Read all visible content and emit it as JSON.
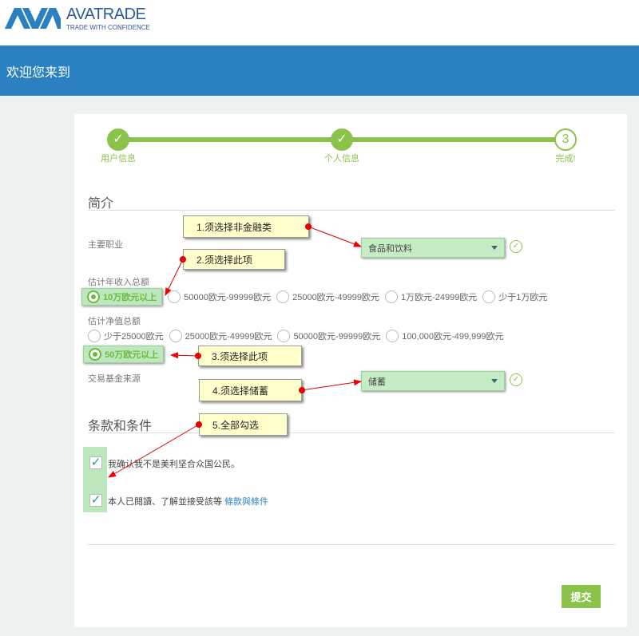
{
  "header": {
    "brand": "AVATRADE",
    "tagline": "TRADE WITH CONFIDENCE",
    "welcome": "欢迎您来到"
  },
  "steps": [
    {
      "label": "用户信息",
      "state": "done"
    },
    {
      "label": "个人信息",
      "state": "done"
    },
    {
      "number": "3",
      "label": "完成!",
      "state": "current"
    }
  ],
  "profile": {
    "section_title": "简介",
    "occupation": {
      "label": "主要职业",
      "value": "食品和饮料"
    },
    "annual_income": {
      "label": "估计年收入总额",
      "options": [
        "10万欧元以上",
        "50000欧元-99999欧元",
        "25000欧元-49999欧元",
        "1万欧元-24999欧元",
        "少于1万欧元"
      ],
      "selected": "10万欧元以上"
    },
    "net_worth": {
      "label": "估计净值总额",
      "options": [
        "少于25000欧元",
        "25000欧元-49999欧元",
        "50000欧元-99999欧元",
        "100,000欧元-499,999欧元",
        "50万欧元以上"
      ],
      "selected": "50万欧元以上"
    },
    "fund_source": {
      "label": "交易基金来源",
      "value": "储蓄"
    }
  },
  "terms": {
    "section_title": "条款和条件",
    "items": [
      {
        "text": "我确认我不是美利坚合众国公民。",
        "checked": true
      },
      {
        "text": "本人已閱讀、了解並接受該等",
        "link": "條款與條件",
        "checked": true
      }
    ]
  },
  "submit_label": "提交",
  "annotations": [
    "1.须选择非金融类",
    "2.须选择此项",
    "3.须选择此项",
    "4.须选择储蓄",
    "5.全部勾选"
  ],
  "colors": {
    "brand_blue": "#2a80c0",
    "accent_green": "#8bc34a"
  }
}
